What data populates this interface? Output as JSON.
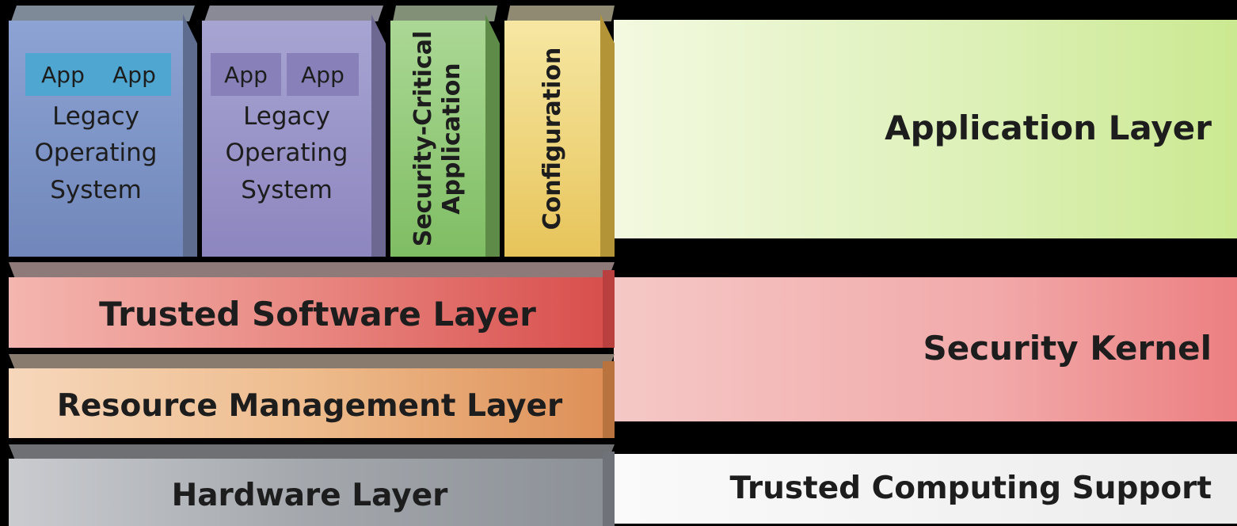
{
  "apps": {
    "os1": {
      "app_left": "App",
      "app_right": "App",
      "label_line1": "Legacy",
      "label_line2": "Operating",
      "label_line3": "System"
    },
    "os2": {
      "app_left": "App",
      "app_right": "App",
      "label_line1": "Legacy",
      "label_line2": "Operating",
      "label_line3": "System"
    },
    "security_critical": {
      "line1": "Security-Critical",
      "line2": "Application"
    },
    "configuration": {
      "label": "Configuration"
    }
  },
  "stack": {
    "trusted_software": "Trusted Software Layer",
    "resource_management": "Resource Management Layer",
    "hardware": "Hardware Layer"
  },
  "bands": {
    "application_layer": "Application Layer",
    "security_kernel": "Security Kernel",
    "trusted_computing_support": "Trusted Computing Support"
  },
  "colors": {
    "application_band": "#d9f0b2",
    "security_band": "#ef8a8a",
    "support_band": "#e9e9e9",
    "blue_block": "#7d94c4",
    "purple_block": "#9890c1",
    "green_block": "#8bc776",
    "yellow_block": "#e2c45c",
    "red_layer": "#e0625e",
    "orange_layer": "#e39f6a",
    "gray_layer": "#8e949a"
  }
}
